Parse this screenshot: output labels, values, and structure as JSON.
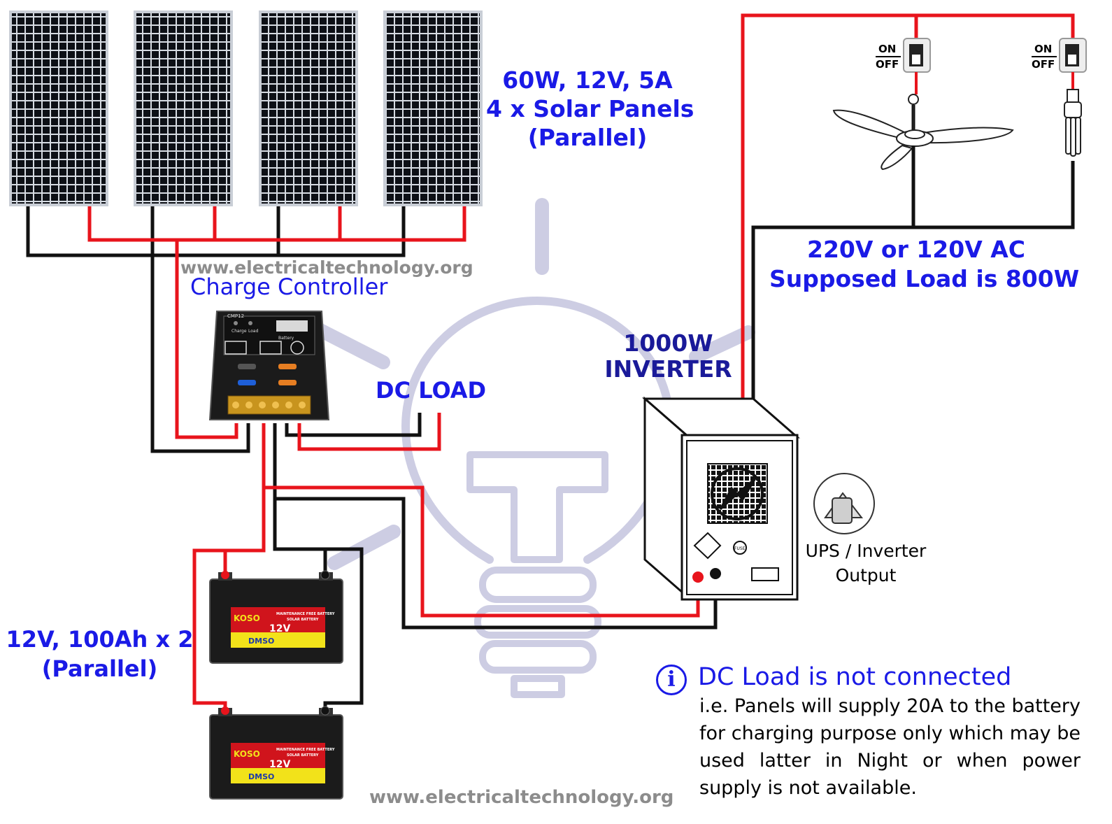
{
  "panels_label": {
    "line1": "60W, 12V, 5A",
    "line2": "4 x Solar Panels",
    "line3": "(Parallel)"
  },
  "website": "www.electricaltechnology.org",
  "charge_controller": {
    "label": "Charge Controller",
    "device_text": [
      "CMP12",
      "Charge",
      "Load",
      "Battery"
    ]
  },
  "dc_load_label": "DC LOAD",
  "ac_label": {
    "line1": "220V or 120V AC",
    "line2": "Supposed Load is 800W"
  },
  "inverter_label": {
    "line1": "1000W",
    "line2": "INVERTER",
    "fuse_text": "FUSE"
  },
  "switch_text": {
    "on": "ON",
    "off": "OFF"
  },
  "ups_output": {
    "line1": "UPS / Inverter",
    "line2": "Output"
  },
  "battery_label": {
    "line1": "12V, 100Ah x 2",
    "line2": "(Parallel)"
  },
  "battery_text": {
    "brand": "KOSO",
    "voltage": "12V",
    "line1": "MAINTENANCE FREE BATTERY",
    "line2": "SOLAR BATTERY",
    "sub": "DMSO"
  },
  "note": {
    "icon": "i",
    "title": "DC Load is not connected",
    "body": "i.e. Panels will supply 20A to the battery for charging purpose only which may be used latter in Night or when power supply is not available."
  },
  "colors": {
    "label_blue": "#1a1ae6",
    "wire_red": "#e8141c",
    "wire_black": "#111111",
    "watermark": "#cdcde3",
    "battery_yellow": "#f2e21a",
    "battery_red": "#d0141c"
  }
}
